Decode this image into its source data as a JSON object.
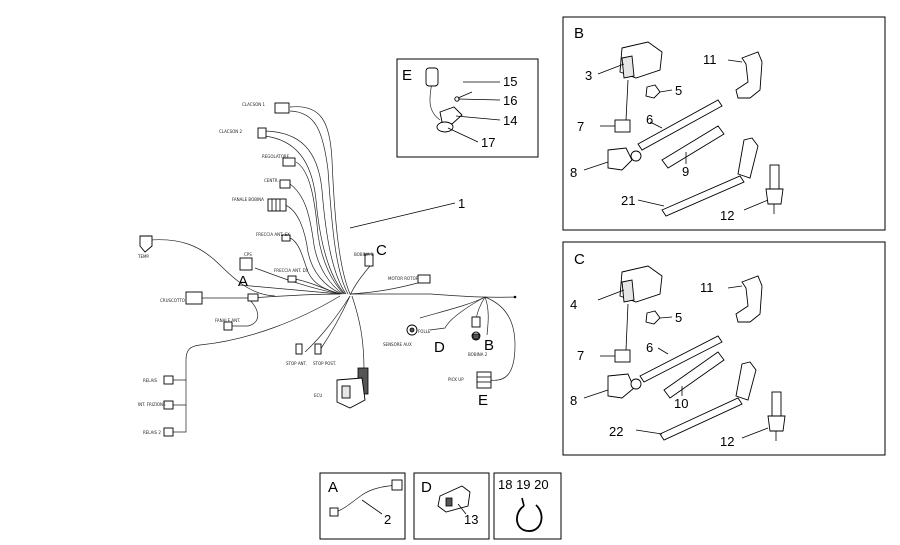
{
  "callouts": {
    "main": {
      "n1": "1",
      "A": "A",
      "B": "B",
      "C": "C",
      "D": "D",
      "E": "E"
    },
    "boxE": {
      "letter": "E",
      "n15": "15",
      "n16": "16",
      "n14": "14",
      "n17": "17"
    },
    "boxB": {
      "letter": "B",
      "n3": "3",
      "n11": "11",
      "n5": "5",
      "n7": "7",
      "n6": "6",
      "n8": "8",
      "n9": "9",
      "n21": "21",
      "n12": "12"
    },
    "boxC": {
      "letter": "C",
      "n4": "4",
      "n11": "11",
      "n5": "5",
      "n7": "7",
      "n6": "6",
      "n8": "8",
      "n10": "10",
      "n22": "22",
      "n12": "12"
    },
    "boxA": {
      "letter": "A",
      "n2": "2"
    },
    "boxD": {
      "letter": "D",
      "n13": "13"
    },
    "boxClip": {
      "numbers": "18 19 20"
    }
  },
  "connector_tags": {
    "t1": "CLACSON 1",
    "t2": "CLACSON 2",
    "t3": "REGOLATORE",
    "t4": "CENTR.",
    "t5": "FANALE BOBINA",
    "t6": "FRECCIA ANT. SX",
    "t7": "FRECCIA ANT. DX",
    "t8": "CPS",
    "t9": "TEMP.",
    "t10": "CRUSCOTTO",
    "t11": "FANALE ANT.",
    "t12": "RELAIS",
    "t13": "INT. FRIZIONE",
    "t14": "RELAIS 2",
    "t15": "STOP ANT.",
    "t16": "STOP POST.",
    "t17": "ECU",
    "t18": "BOBINA 1",
    "t19": "MOTOR ROTOR",
    "t20": "SENSORE AUX",
    "t21": "PICK UP",
    "t22": "BOBINA 2",
    "t23": "FOLLE"
  }
}
